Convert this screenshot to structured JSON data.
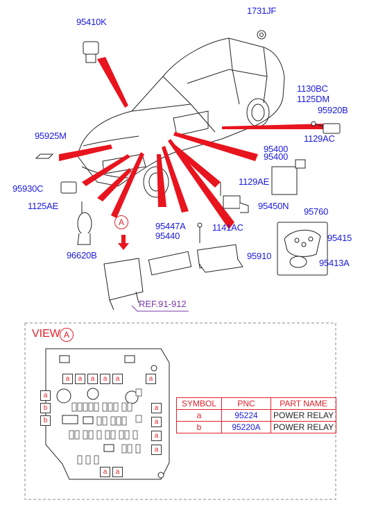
{
  "parts": {
    "p95410k": "95410K",
    "p1731jf": "1731JF",
    "p1130bc": "1130BC",
    "p1125dm": "1125DM",
    "p95920b": "95920B",
    "p95925m": "95925M",
    "p1129ac": "1129AC",
    "p95400a": "95400",
    "p95400b": "95400",
    "p95930c": "95930C",
    "p1129ae": "1129AE",
    "p1125ae": "1125AE",
    "p95450n": "95450N",
    "p95760": "95760",
    "p95447a": "95447A",
    "p1141ac": "1141AC",
    "p95440": "95440",
    "p95415": "95415",
    "p95910": "95910",
    "p96620b": "96620B",
    "p95413a": "95413A"
  },
  "view_marker": "A",
  "reference": "REF.91-912",
  "view": {
    "title": "VIEW",
    "marker": "A",
    "relay_symbols": [
      "a",
      "a",
      "a",
      "a",
      "a",
      "a",
      "a",
      "b",
      "b",
      "a",
      "a",
      "a",
      "a",
      "a",
      "a"
    ]
  },
  "legend": {
    "headers": [
      "SYMBOL",
      "PNC",
      "PART NAME"
    ],
    "rows": [
      {
        "symbol": "a",
        "pnc": "95224",
        "name": "POWER RELAY"
      },
      {
        "symbol": "b",
        "pnc": "95220A",
        "name": "POWER RELAY"
      }
    ]
  },
  "colors": {
    "part_number": "#1a1adc",
    "leader": "#e8141e",
    "view_accent": "#e0202a",
    "reference": "#7a3aa8"
  }
}
